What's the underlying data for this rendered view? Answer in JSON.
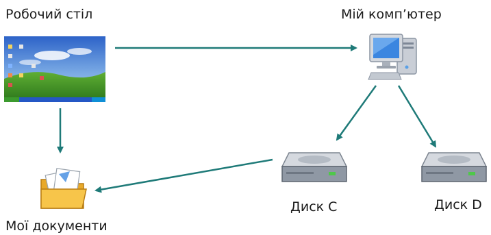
{
  "labels": {
    "desktop": "Робочий стіл",
    "my_computer": "Мій комп’ютер",
    "disk_c": "Диск C",
    "disk_d": "Диск D",
    "my_documents": "Мої документи"
  },
  "colors": {
    "arrow": "#1e7a78",
    "text": "#1a1a1a"
  },
  "icons": {
    "desktop": "desktop-screenshot-icon",
    "my_computer": "computer-icon",
    "disk_c": "hard-drive-icon",
    "disk_d": "hard-drive-icon",
    "my_documents": "documents-folder-icon"
  }
}
